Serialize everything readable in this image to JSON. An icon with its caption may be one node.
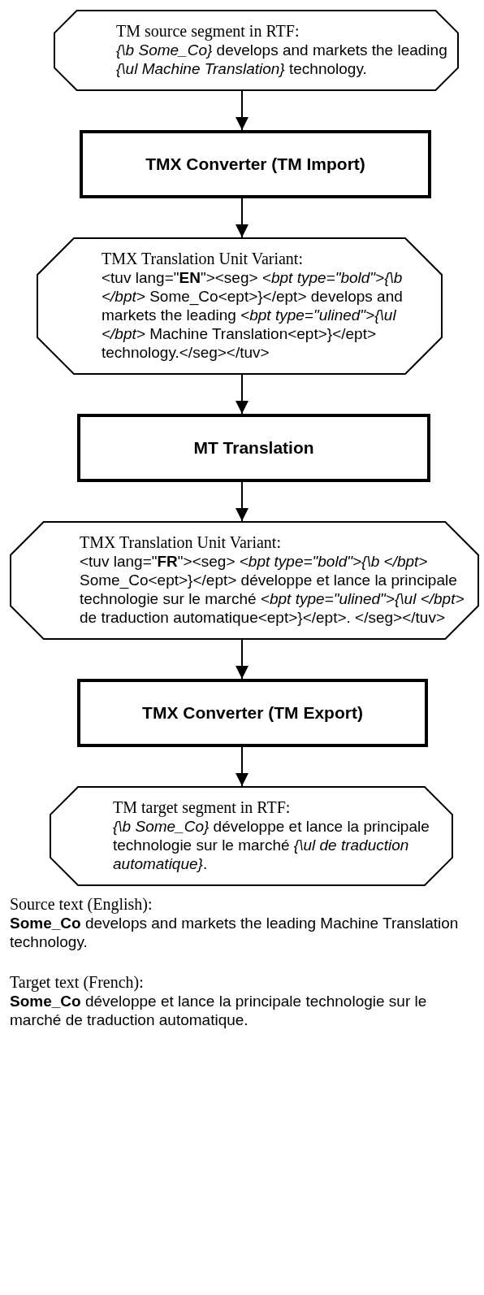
{
  "diagram": {
    "nodes": [
      {
        "text": [
          "TM source segment in RTF:",
          "*{\\b Some_Co}* develops and markets the leading *{\\ul Machine Translation}* technology."
        ]
      },
      {
        "text": [
          "TMX Converter (TM Import)"
        ]
      },
      {
        "text": [
          "TMX Translation Unit Variant:",
          "<tuv lang=\"**EN**\"><seg> *<bpt type=\"bold\">{\\b </bpt>* Some_Co<ept>}</ept> develops and markets the leading *<bpt type=\"ulined\">{\\ul </bpt>* Machine Translation<ept>}</ept> technology.</seg></tuv>"
        ]
      },
      {
        "text": [
          "MT Translation"
        ]
      },
      {
        "text": [
          "TMX Translation Unit Variant:",
          "<tuv lang=\"**FR**\"><seg> *<bpt type=\"bold\">{\\b </bpt>* Some_Co<ept>}</ept> développe et lance la principale technologie sur le marché *<bpt type=\"ulined\">{\\ul </bpt>* de traduction automatique<ept>}</ept>. </seg></tuv>"
        ]
      },
      {
        "text": [
          "TMX Converter (TM Export)"
        ]
      },
      {
        "text": [
          "TM target segment in RTF:",
          "*{\\b Some_Co}* développe et lance la principale technologie sur le marché *{\\ul de traduction automatique}*."
        ]
      }
    ],
    "edges": [
      {
        "from": 0,
        "to": 1,
        "arrow": "to"
      },
      {
        "from": 1,
        "to": 2,
        "arrow": "to"
      },
      {
        "from": 2,
        "to": 3,
        "arrow": "to"
      },
      {
        "from": 3,
        "to": 4,
        "arrow": "to"
      },
      {
        "from": 4,
        "to": 5,
        "arrow": "to"
      },
      {
        "from": 5,
        "to": 6,
        "arrow": "to"
      }
    ],
    "labels": [
      "Source text (English):",
      "**Some_Co** develops and markets the leading Machine Translation technology.",
      "Target text (French):",
      "**Some_Co** développe et lance la principale technologie sur le marché de traduction automatique."
    ]
  }
}
